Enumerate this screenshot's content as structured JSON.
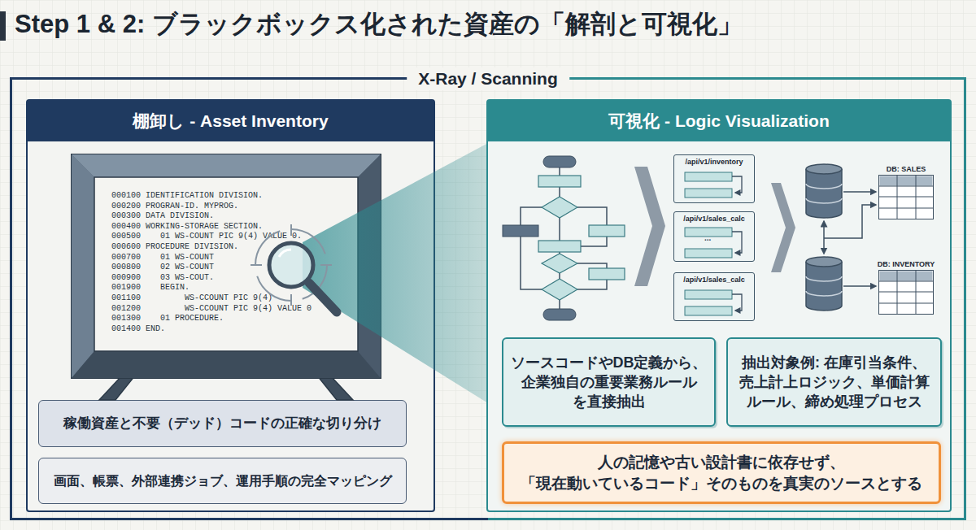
{
  "diagram": {
    "title": "Step 1 & 2: ブラックボックス化された資産の「解剖と可視化」",
    "nodes": [
      {
        "text": [
          "X-Ray / Scanning"
        ]
      },
      {
        "text": [
          "棚卸し - Asset Inventory"
        ],
        "in": 0
      },
      {
        "text": [
          "稼働資産と不要（デッド）コードの正確な切り分け"
        ],
        "in": 1
      },
      {
        "text": [
          "画面、帳票、外部連携ジョブ、運用手順の完全マッピング"
        ],
        "in": 1
      },
      {
        "text": [
          "可視化 - Logic Visualization"
        ],
        "in": 0
      },
      {
        "text": [
          "/api/v1/inventory"
        ],
        "in": 4
      },
      {
        "text": [
          "/api/v1/sales_calc"
        ],
        "in": 4
      },
      {
        "text": [
          "/api/v1/sales_calc"
        ],
        "in": 4
      },
      {
        "text": [
          "DB: SALES"
        ],
        "in": 4
      },
      {
        "text": [
          "DB: INVENTORY"
        ],
        "in": 4
      },
      {
        "text": [
          "ソースコードやDB定義から、 企業独自の重要業務ルール を直接抽出"
        ],
        "in": 4
      },
      {
        "text": [
          "抽出対象例: 在庫引当条件、 売上計上ロジック、単価計算 ルール、締め処理プロセス"
        ],
        "in": 4
      },
      {
        "text": [
          "人の記憶や古い設計書に依存せず、 「現在動いているコード」そのものを真実のソースとする"
        ],
        "in": 4
      }
    ],
    "labels": [
      "000100 IDENTIFICATION DIVISION.",
      "000200 PROGRAN-ID. MYPROG.",
      "000300 DATA DIVISION.",
      "000400 WORKING-STORAGE SECTION.",
      "000500    01 WS-COUNT PIC 9(4) VALUE 0.",
      "000600 PROCEDURE DIVISION.",
      "000700    01 WS-COUNT",
      "000800    02 WS-COUNT",
      "000900    03 WS-COUT.",
      "001900    BEGIN.",
      "001100         WS-CCOUNT PIC 9(4)",
      "001200         WS-CCOUNT PIC 9(4) VALUE 0",
      "001300    01 PROCEDURE.",
      "001400 END.",
      "..."
    ]
  }
}
